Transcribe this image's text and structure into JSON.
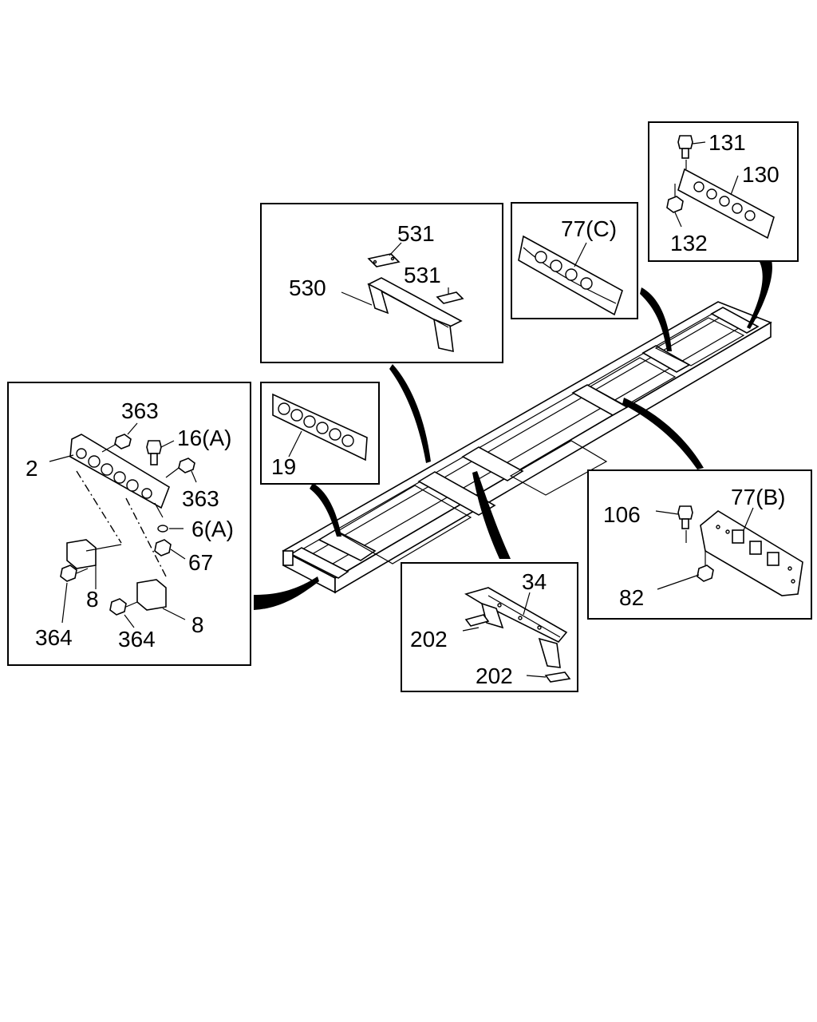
{
  "labels": {
    "p131": "131",
    "p130": "130",
    "p132": "132",
    "p77c": "77(C)",
    "p531a": "531",
    "p531b": "531",
    "p530": "530",
    "p363a": "363",
    "p16a": "16(A)",
    "p2": "2",
    "p363b": "363",
    "p6a": "6(A)",
    "p67": "67",
    "p8a": "8",
    "p8b": "8",
    "p364a": "364",
    "p364b": "364",
    "p19": "19",
    "p106": "106",
    "p77b": "77(B)",
    "p82": "82",
    "p34": "34",
    "p202a": "202",
    "p202b": "202"
  }
}
